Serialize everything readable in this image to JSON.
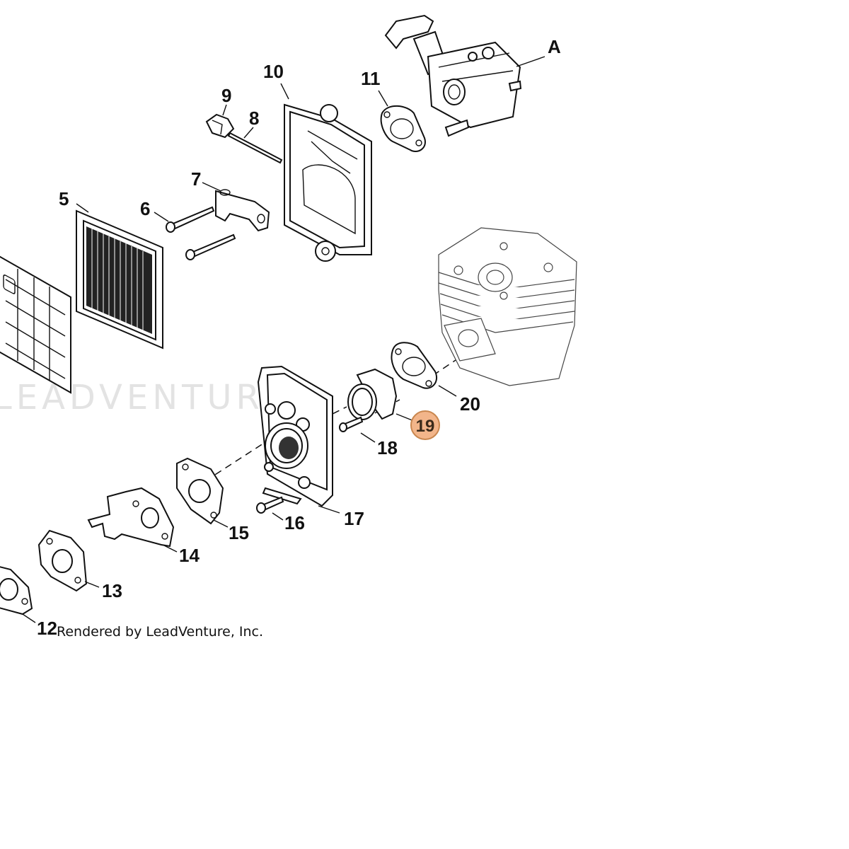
{
  "diagram": {
    "watermark": "LEADVENTURE",
    "credit": "Rendered by LeadVenture, Inc.",
    "highlight_color": "#f2b58a",
    "highlight_stroke": "#c9874f",
    "callouts": {
      "A": "A",
      "p5": "5",
      "p6": "6",
      "p7": "7",
      "p8": "8",
      "p9": "9",
      "p10": "10",
      "p11": "11",
      "p12": "12",
      "p13": "13",
      "p14": "14",
      "p15": "15",
      "p16": "16",
      "p17": "17",
      "p18": "18",
      "p19": "19",
      "p20": "20"
    },
    "highlighted_part": "19"
  }
}
